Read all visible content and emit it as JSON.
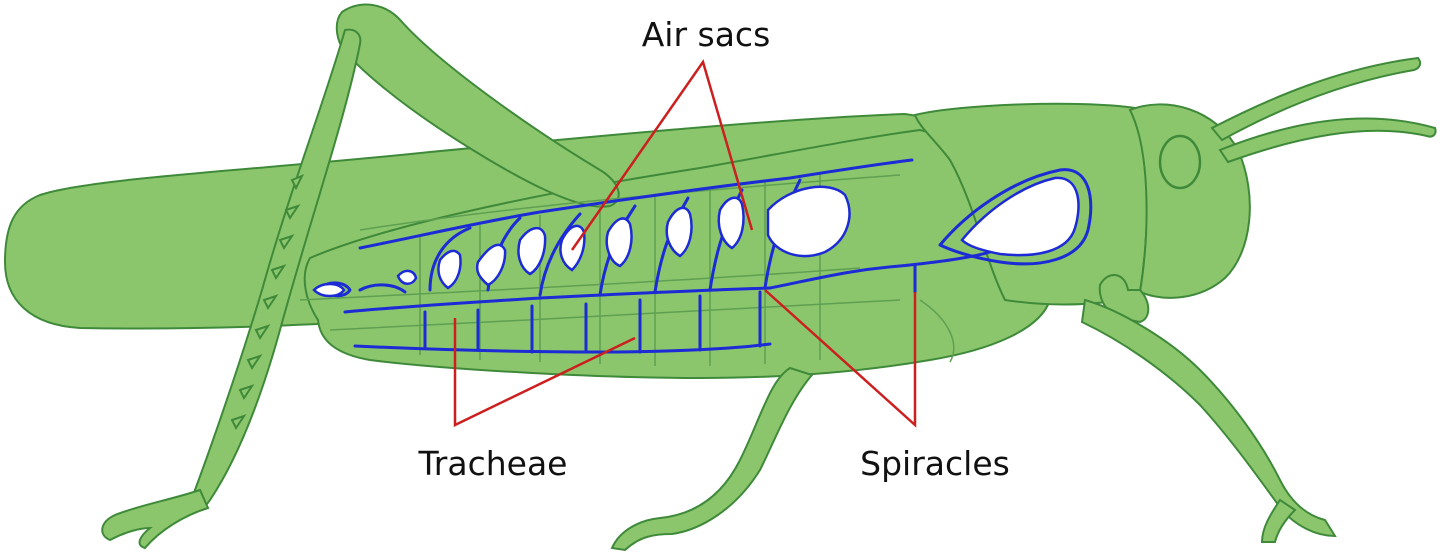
{
  "labels": {
    "air_sacs": "Air sacs",
    "tracheae": "Tracheae",
    "spiracles": "Spiracles"
  },
  "colors": {
    "body": "#8cc66c",
    "outline": "#3f8a3a",
    "tracheal_system": "#1c2bd6",
    "leader_lines": "#cc1f1f"
  }
}
